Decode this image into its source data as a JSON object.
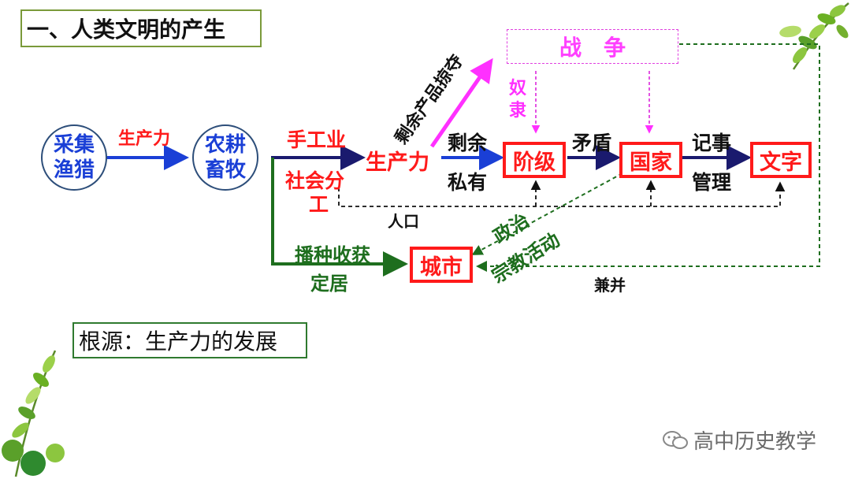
{
  "title": "一、人类文明的产生",
  "nodes": {
    "gather": [
      "采集",
      "渔猎"
    ],
    "farming": [
      "农耕",
      "畜牧"
    ],
    "class": "阶级",
    "state": "国家",
    "writing": "文字",
    "city": "城市",
    "war": "战争"
  },
  "labels": {
    "productivity_top": "生产力",
    "handicraft": "手工业",
    "social_division_1": "社会分",
    "social_division_2": "工",
    "productivity_red": "生产力",
    "surplus": "剩余",
    "private": "私有",
    "contradiction": "矛盾",
    "record": "记事",
    "manage": "管理",
    "plunder": "剩余产品掠夺",
    "slave_1": "奴",
    "slave_2": "隶",
    "population": "人口",
    "politics": "政治",
    "religion": "宗教活动",
    "settle_1": "播种收获",
    "settle_2": "定居",
    "annex": "兼并"
  },
  "root": "根源：生产力的发展",
  "watermark": "高中历史教学",
  "colors": {
    "blue": "#1a3fd6",
    "navy": "#1a1a6e",
    "red": "#ff1a1a",
    "magenta": "#ff30ff",
    "green": "#1e6e1e",
    "black": "#111111"
  }
}
